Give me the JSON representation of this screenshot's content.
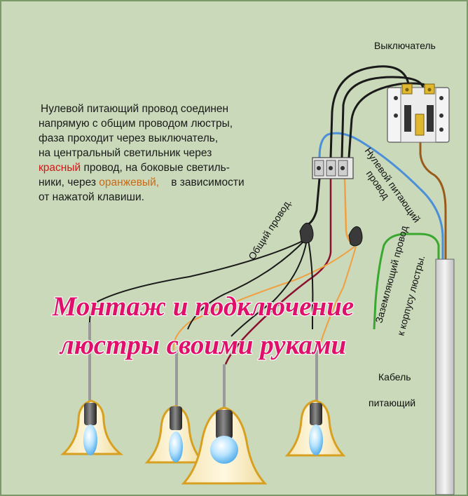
{
  "description": {
    "line1": "Нулевой питающий провод соединен",
    "line2": "напрямую с общим проводом люстры,",
    "line3": "фаза проходит через выключатель,",
    "line4": "на  центральный светильник через",
    "line5_red": "красный",
    "line5_rest": " провод, на боковые светиль-",
    "line6_start": "ники, через ",
    "line6_orange": "оранжевый,",
    "line6_rest": "    в зависимости",
    "line7": "от нажатой клавиши."
  },
  "labels": {
    "switch": "Выключатель",
    "neutral_1": "Нулевой питающий",
    "neutral_2": "провод",
    "common": "Общий провод.",
    "ground_1": "Заземляющий провод",
    "ground_2": "к корпусу люстры.",
    "cable_1": "Кабель",
    "cable_2": "питающий"
  },
  "title": {
    "line1": "Монтаж и подключение",
    "line2": "люстры своими руками"
  },
  "colors": {
    "background": "#c9d9b9",
    "wire_black": "#1a1a1a",
    "wire_blue": "#4a8fd8",
    "wire_brown": "#9a5a1a",
    "wire_green": "#3aa830",
    "wire_red": "#8a1030",
    "wire_orange": "#f0a040",
    "title_fill": "#e0106a",
    "red_word": "#d01818",
    "orange_word": "#c86a18"
  }
}
